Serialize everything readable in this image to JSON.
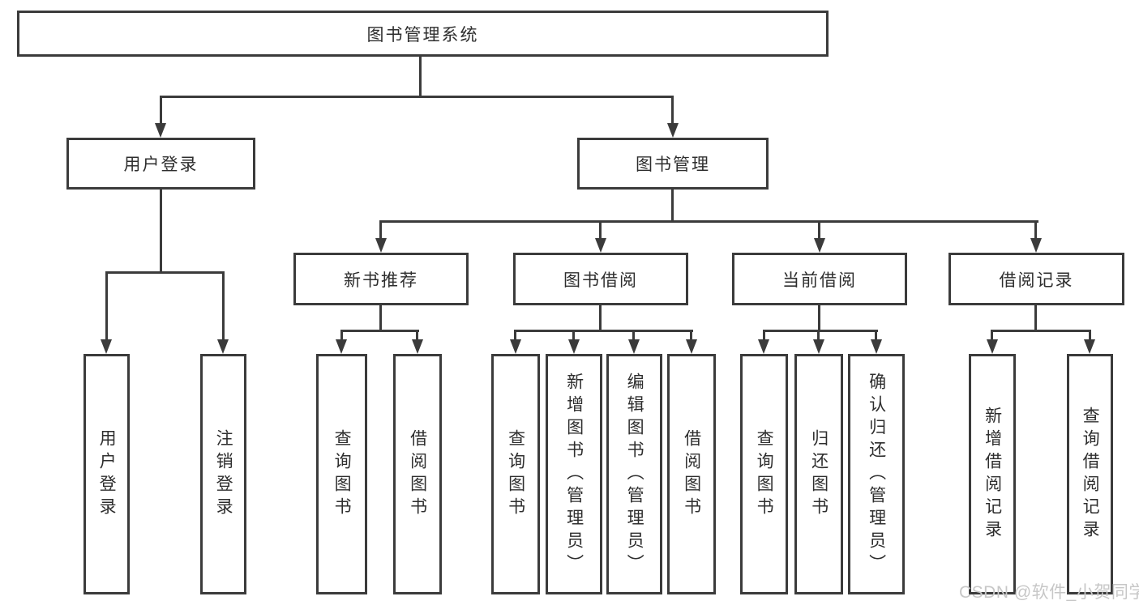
{
  "diagram": {
    "root": {
      "label": "图书管理系统"
    },
    "branches": [
      {
        "label": "用户登录",
        "children": [
          {
            "label": "用户登录"
          },
          {
            "label": "注销登录"
          }
        ]
      },
      {
        "label": "图书管理",
        "children": [
          {
            "label": "新书推荐",
            "children": [
              {
                "label": "查询图书"
              },
              {
                "label": "借阅图书"
              }
            ]
          },
          {
            "label": "图书借阅",
            "children": [
              {
                "label": "查询图书"
              },
              {
                "label": "新增图书（管理员）"
              },
              {
                "label": "编辑图书（管理员）"
              },
              {
                "label": "借阅图书"
              }
            ]
          },
          {
            "label": "当前借阅",
            "children": [
              {
                "label": "查询图书"
              },
              {
                "label": "归还图书"
              },
              {
                "label": "确认归还（管理员）"
              }
            ]
          },
          {
            "label": "借阅记录",
            "children": [
              {
                "label": "新增借阅记录"
              },
              {
                "label": "查询借阅记录"
              }
            ]
          }
        ]
      }
    ]
  },
  "watermark": {
    "text": "CSDN @软件_小贺同学"
  },
  "colors": {
    "line": "#3b3b3b",
    "box_border": "#3b3b3b",
    "text": "#2e2e2e",
    "watermark": "#c7c7c7",
    "background": "#ffffff"
  }
}
